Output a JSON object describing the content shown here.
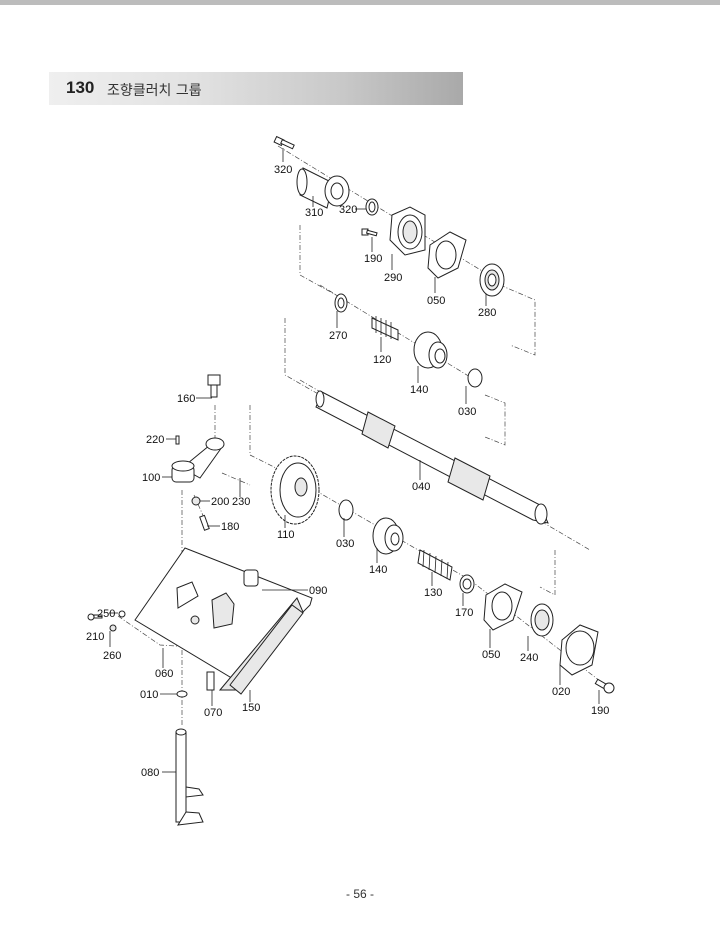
{
  "header": {
    "group_number": "130",
    "group_title": "조향클러치 그룹"
  },
  "page_number": "- 56 -",
  "diagram": {
    "callouts": [
      {
        "id": "c320a",
        "label": "320"
      },
      {
        "id": "c310",
        "label": "310"
      },
      {
        "id": "c320b",
        "label": "320"
      },
      {
        "id": "c190a",
        "label": "190"
      },
      {
        "id": "c290",
        "label": "290"
      },
      {
        "id": "c050a",
        "label": "050"
      },
      {
        "id": "c280",
        "label": "280"
      },
      {
        "id": "c270",
        "label": "270"
      },
      {
        "id": "c120",
        "label": "120"
      },
      {
        "id": "c140a",
        "label": "140"
      },
      {
        "id": "c030a",
        "label": "030"
      },
      {
        "id": "c160",
        "label": "160"
      },
      {
        "id": "c220",
        "label": "220"
      },
      {
        "id": "c100",
        "label": "100"
      },
      {
        "id": "c200",
        "label": "200"
      },
      {
        "id": "c230",
        "label": "230"
      },
      {
        "id": "c180",
        "label": "180"
      },
      {
        "id": "c040",
        "label": "040"
      },
      {
        "id": "c110",
        "label": "110"
      },
      {
        "id": "c030b",
        "label": "030"
      },
      {
        "id": "c140b",
        "label": "140"
      },
      {
        "id": "c130",
        "label": "130"
      },
      {
        "id": "c090",
        "label": "090"
      },
      {
        "id": "c250",
        "label": "250"
      },
      {
        "id": "c210",
        "label": "210"
      },
      {
        "id": "c260",
        "label": "260"
      },
      {
        "id": "c060",
        "label": "060"
      },
      {
        "id": "c010",
        "label": "010"
      },
      {
        "id": "c070",
        "label": "070"
      },
      {
        "id": "c150",
        "label": "150"
      },
      {
        "id": "c170",
        "label": "170"
      },
      {
        "id": "c050b",
        "label": "050"
      },
      {
        "id": "c240",
        "label": "240"
      },
      {
        "id": "c020",
        "label": "020"
      },
      {
        "id": "c190b",
        "label": "190"
      },
      {
        "id": "c080",
        "label": "080"
      }
    ]
  }
}
